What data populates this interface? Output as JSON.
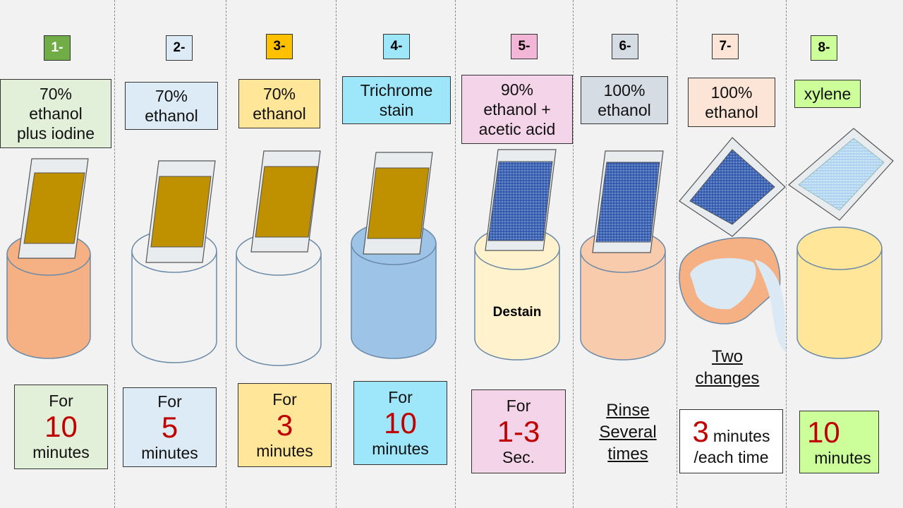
{
  "steps": [
    {
      "num": "1-",
      "label": "70%\nethanol\nplus iodine",
      "time_pre": "For",
      "time_value": "10",
      "time_unit": "minutes"
    },
    {
      "num": "2-",
      "label": "70%\nethanol",
      "time_pre": "For",
      "time_value": "5",
      "time_unit": "minutes"
    },
    {
      "num": "3-",
      "label": "70%\nethanol",
      "time_pre": "For",
      "time_value": "3",
      "time_unit": "minutes"
    },
    {
      "num": "4-",
      "label": "Trichrome\nstain",
      "time_pre": "For",
      "time_value": "10",
      "time_unit": "minutes"
    },
    {
      "num": "5-",
      "label": "90%\nethanol +\nacetic acid",
      "vessel_label": "Destain",
      "time_pre": "For",
      "time_value": "1-3",
      "time_unit": "Sec."
    },
    {
      "num": "6-",
      "label": "100%\nethanol",
      "note": "Rinse\nSeveral\ntimes"
    },
    {
      "num": "7-",
      "label": "100%\nethanol",
      "note": "Two\nchanges",
      "time_value": "3",
      "time_unit": "minutes",
      "time_post": "/each time"
    },
    {
      "num": "8-",
      "label": "xylene",
      "time_value": "10",
      "time_unit": "minutes"
    }
  ],
  "colors": {
    "green_box": "#e2efd9",
    "blue_box": "#ddebf7",
    "yellow_box": "#ffe699",
    "cyan_box": "#9ee6fa",
    "pink_box": "#f4d4e8",
    "grey_box": "#d6dce4",
    "peach_box": "#fce4d6",
    "lime_box": "#ccff99",
    "num1": "#70ad47",
    "num2": "#ddebf7",
    "num3": "#ffc000",
    "num4": "#9ee6fa",
    "num5": "#f4b6d6",
    "num6": "#d6dce4",
    "num7": "#fce4d6",
    "num8": "#ccff99",
    "orange_jar": "#f5b083",
    "white_jar": "#f2f2f2",
    "blue_jar": "#9dc3e6",
    "cream_jar": "#fff2cc",
    "peach_jar": "#f8cbad",
    "yellow_jar": "#ffe699",
    "section": "#bf9000",
    "red_value": "#c00000"
  }
}
